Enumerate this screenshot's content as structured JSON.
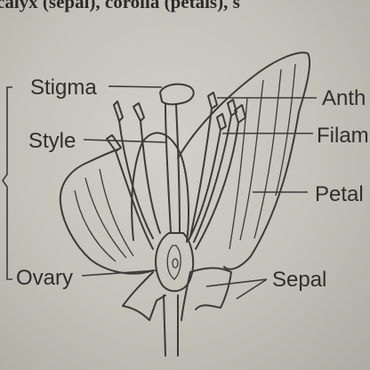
{
  "caption": "calyx (sepal), corolla (petals), s",
  "labels": {
    "stigma": "Stigma",
    "style": "Style",
    "ovary": "Ovary",
    "anther": "Anth",
    "filament": "Filam",
    "petal": "Petal",
    "sepal": "Sepal"
  },
  "colors": {
    "paper": "#c9c6bf",
    "ink": "#2f2e2c"
  }
}
